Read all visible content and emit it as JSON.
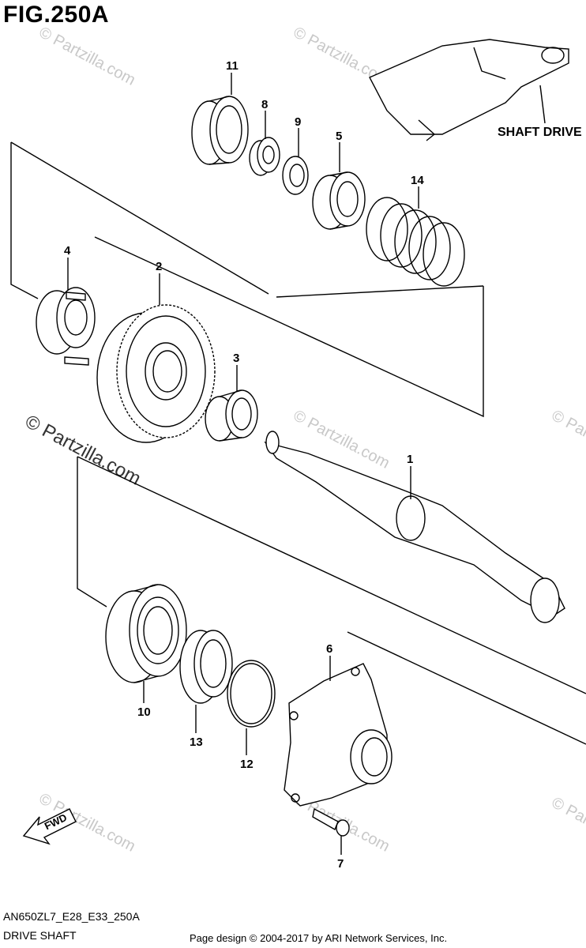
{
  "header": {
    "figure_title": "FIG.250A"
  },
  "footer": {
    "model_code": "AN650ZL7_E28_E33_250A",
    "section_name": "DRIVE SHAFT",
    "copyright": "Page design © 2004-2017 by ARI Network Services, Inc."
  },
  "reference_label": "SHAFT DRIVE",
  "fwd_label": "FWD",
  "watermark": {
    "text": "© Partzilla.com"
  },
  "callouts": {
    "c1": "1",
    "c2": "2",
    "c3": "3",
    "c4": "4",
    "c5": "5",
    "c6": "6",
    "c7": "7",
    "c8": "8",
    "c9": "9",
    "c10": "10",
    "c11": "11",
    "c12": "12",
    "c13": "13",
    "c14": "14"
  }
}
